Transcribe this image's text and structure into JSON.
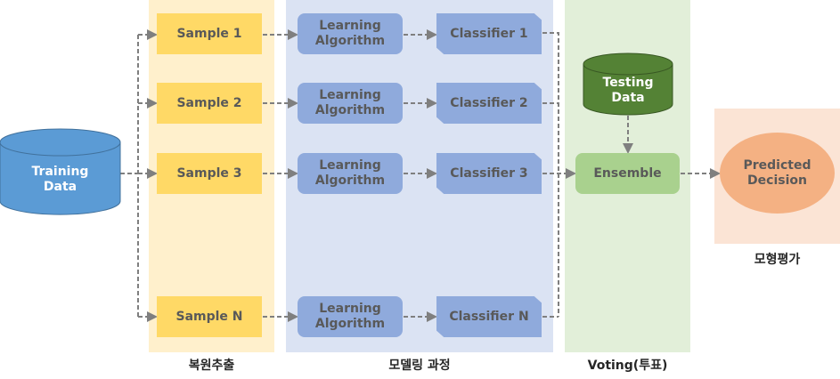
{
  "sections": {
    "sampling": {
      "label": "복원추출"
    },
    "modeling": {
      "label": "모델링 과정"
    },
    "voting": {
      "label": "Voting(투표)"
    },
    "evaluation": {
      "label": "모형평가"
    }
  },
  "training_data": {
    "line1": "Training",
    "line2": "Data"
  },
  "testing_data": {
    "line1": "Testing",
    "line2": "Data"
  },
  "samples": [
    {
      "label": "Sample 1"
    },
    {
      "label": "Sample 2"
    },
    {
      "label": "Sample 3"
    },
    {
      "label": "Sample N"
    }
  ],
  "algorithms": [
    {
      "line1": "Learning",
      "line2": "Algorithm"
    },
    {
      "line1": "Learning",
      "line2": "Algorithm"
    },
    {
      "line1": "Learning",
      "line2": "Algorithm"
    },
    {
      "line1": "Learning",
      "line2": "Algorithm"
    }
  ],
  "classifiers": [
    {
      "label": "Classifier 1"
    },
    {
      "label": "Classifier 2"
    },
    {
      "label": "Classifier 3"
    },
    {
      "label": "Classifier N"
    }
  ],
  "ensemble": {
    "label": "Ensemble"
  },
  "decision": {
    "line1": "Predicted",
    "line2": "Decision"
  },
  "colors": {
    "sample": "#ffd966",
    "model": "#8faadc",
    "ensemble": "#a9d18e",
    "training_cylinder": "#5b9bd5",
    "testing_cylinder": "#548235",
    "decision": "#f4b183",
    "connector": "#7f7f7f"
  }
}
